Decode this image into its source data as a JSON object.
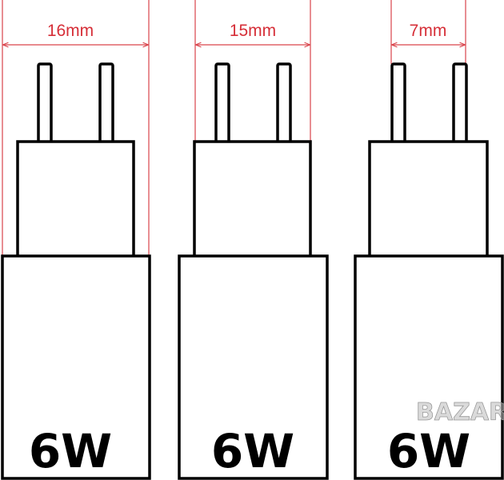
{
  "chargers": [
    {
      "pin_spacing": "16mm",
      "power": "6W"
    },
    {
      "pin_spacing": "15mm",
      "power": "6W"
    },
    {
      "pin_spacing": "7mm",
      "power": "6W"
    }
  ],
  "watermark": "BAZAR",
  "colors": {
    "dimension": "#d62f38",
    "outline": "#000000"
  }
}
